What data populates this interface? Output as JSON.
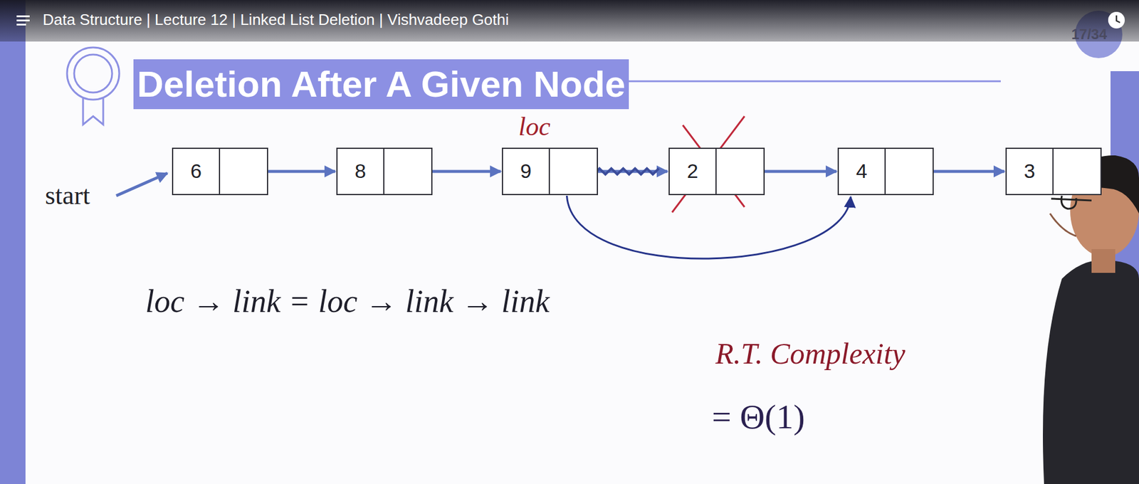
{
  "diagram": {
    "title": "Deletion After A Given Node",
    "nodes": [
      {
        "text": [
          "6"
        ]
      },
      {
        "text": [
          "8"
        ]
      },
      {
        "text": [
          "9"
        ]
      },
      {
        "text": [
          "2"
        ]
      },
      {
        "text": [
          "4"
        ]
      },
      {
        "text": [
          "3"
        ]
      }
    ],
    "edges": [
      {
        "from": 0,
        "to": 1,
        "arrow": "to"
      },
      {
        "from": 1,
        "to": 2,
        "arrow": "to"
      },
      {
        "from": 2,
        "to": 3,
        "arrow": "to"
      },
      {
        "from": 3,
        "to": 4,
        "arrow": "to"
      },
      {
        "from": 4,
        "to": 5,
        "arrow": "to"
      },
      {
        "from": 2,
        "to": 4,
        "arrow": "to"
      }
    ],
    "labels": [
      "Data Structure | Lecture 12 | Linked List Deletion | Vishvadeep Gothi",
      "17/34",
      "start",
      "loc",
      "loc → link = loc → link → link",
      "R.T. Complexity",
      "= Θ(1)"
    ]
  }
}
